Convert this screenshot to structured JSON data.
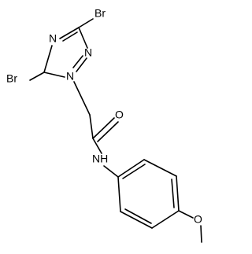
{
  "structure": {
    "atom_labels": {
      "br_top": "Br",
      "br_left": "Br",
      "n_ring_top": "N",
      "n_ring_right": "N",
      "n_ring_bottom": "N",
      "o_carbonyl": "O",
      "nh_amide": "NH",
      "o_methoxy": "O"
    },
    "colors": {
      "bond": "#000000",
      "text": "#000000",
      "background": "#ffffff"
    }
  }
}
